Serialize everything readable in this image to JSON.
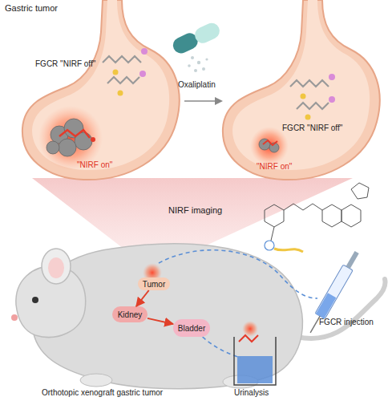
{
  "diagram": {
    "nodes": [
      {
        "text": [
          "Tumor"
        ]
      },
      {
        "text": [
          "Kidney"
        ]
      },
      {
        "text": [
          "Bladder"
        ]
      }
    ],
    "edges": [
      {
        "from": 0,
        "to": 1,
        "arrow": "to"
      },
      {
        "from": 1,
        "to": 2,
        "arrow": "to"
      }
    ],
    "labels": [
      "Gastric tumor",
      "FGCR \"NIRF off\"",
      "\"NIRF on\"",
      "Oxaliplatin",
      "FGCR \"NIRF off\"",
      "\"NIRF on\"",
      "NIRF imaging",
      "Orthotopic xenograft gastric tumor",
      "Urinalysis",
      "FGCR injection"
    ]
  }
}
